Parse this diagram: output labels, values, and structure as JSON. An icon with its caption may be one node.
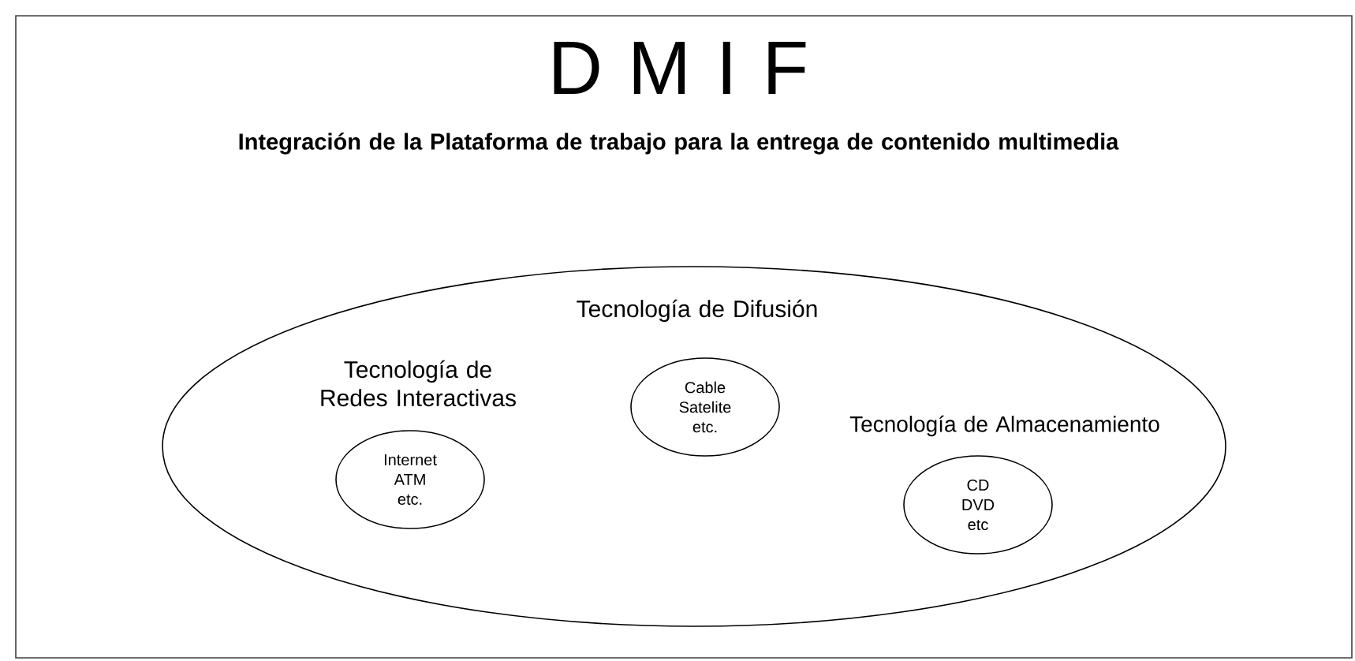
{
  "diagram": {
    "nodes": [
      {
        "text": [
          "D M I F",
          "Integración de la Plataforma de trabajo para la entrega de contenido multimedia"
        ]
      },
      {
        "text": [
          "Tecnología de Difusión",
          "Tecnología de Redes Interactivas",
          "Tecnología de Almacenamiento"
        ],
        "in": 0
      },
      {
        "text": [
          "Internet ATM etc."
        ],
        "in": 1
      },
      {
        "text": [
          "Cable Satelite etc."
        ],
        "in": 1
      },
      {
        "text": [
          "CD DVD etc"
        ],
        "in": 1
      }
    ]
  }
}
